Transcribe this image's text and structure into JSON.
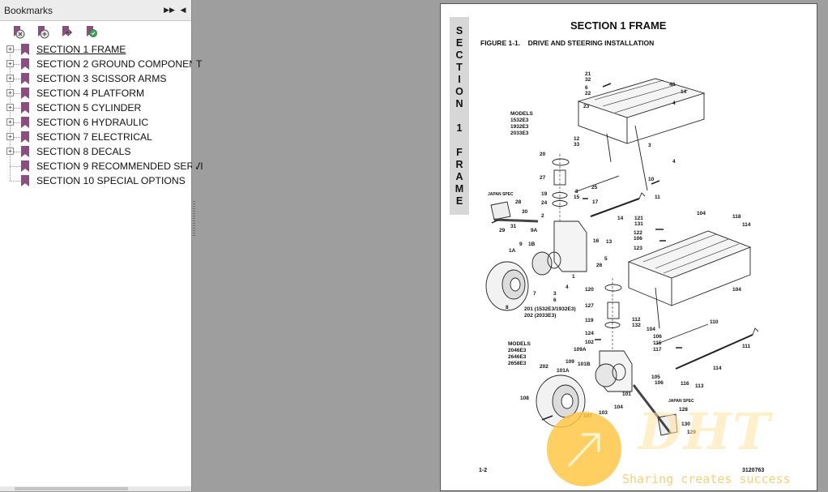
{
  "bookmarks": {
    "title": "Bookmarks",
    "items": [
      {
        "label": "SECTION 1 FRAME",
        "expand": "+"
      },
      {
        "label": "SECTION 2 GROUND COMPONENT",
        "expand": "+"
      },
      {
        "label": "SECTION 3 SCISSOR ARMS",
        "expand": "+"
      },
      {
        "label": "SECTION 4 PLATFORM",
        "expand": "+"
      },
      {
        "label": "SECTION 5 CYLINDER",
        "expand": "+"
      },
      {
        "label": "SECTION 6 HYDRAULIC",
        "expand": "+"
      },
      {
        "label": "SECTION 7 ELECTRICAL",
        "expand": "+"
      },
      {
        "label": "SECTION 8 DECALS",
        "expand": "+"
      },
      {
        "label": "SECTION 9 RECOMMENDED SERVI",
        "expand": ""
      },
      {
        "label": "SECTION 10 SPECIAL OPTIONS",
        "expand": ""
      }
    ]
  },
  "document": {
    "side_tab": [
      "S",
      "E",
      "C",
      "T",
      "I",
      "O",
      "N",
      "",
      "1",
      "",
      "F",
      "R",
      "A",
      "M",
      "E"
    ],
    "section_title": "SECTION 1  FRAME",
    "figure_title": "FIGURE 1-1.    DRIVE AND STEERING INSTALLATION",
    "models_a": [
      "MODELS",
      "1532E3",
      "1932E3",
      "2033E3"
    ],
    "models_b": [
      "MODELS",
      "2046E3",
      "2646E3",
      "2658E3"
    ],
    "japan_spec_a": "JAPAN SPEC",
    "japan_spec_b": "JAPAN SPEC",
    "model_note_a": "201 (1532E3/1932E3)",
    "model_note_b": "202 (2033E3)",
    "page_number": "1-2",
    "doc_number": "3120763",
    "callouts_top": [
      "21",
      "32",
      "6",
      "22",
      "23",
      "48",
      "14",
      "4",
      "12",
      "33",
      "3",
      "4",
      "10",
      "20",
      "27",
      "8",
      "15",
      "25",
      "19",
      "24",
      "2",
      "17",
      "11",
      "28",
      "30",
      "29",
      "31",
      "9A",
      "9",
      "1B",
      "1A",
      "16",
      "13",
      "14",
      "5",
      "26",
      "1",
      "7",
      "4",
      "3",
      "6",
      "8",
      "121",
      "131",
      "122",
      "106",
      "123",
      "104",
      "118",
      "114"
    ],
    "callouts_bottom": [
      "104",
      "120",
      "127",
      "119",
      "124",
      "102",
      "112",
      "132",
      "104",
      "110",
      "106",
      "115",
      "117",
      "111",
      "114",
      "116",
      "113",
      "109A",
      "109",
      "101B",
      "101A",
      "202",
      "108",
      "101",
      "105",
      "106",
      "104",
      "103",
      "107",
      "128",
      "130",
      "129"
    ]
  },
  "watermark": {
    "logo": "DHT",
    "tagline": "Sharing creates success",
    "accent": "#ffc440"
  }
}
